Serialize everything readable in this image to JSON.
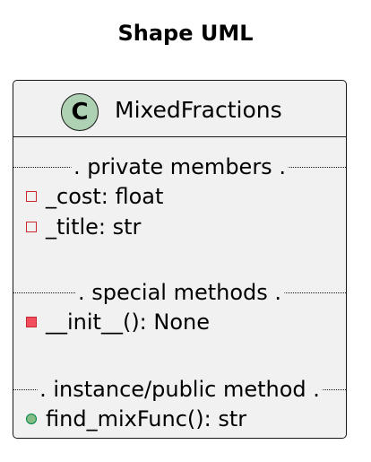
{
  "diagram": {
    "title": "Shape UML",
    "class": {
      "stereotype_icon_letter": "C",
      "name": "MixedFractions",
      "sections": [
        {
          "label": ". private members .",
          "members": [
            {
              "visibility": "private-field",
              "text": "_cost: float"
            },
            {
              "visibility": "private-field",
              "text": "_title: str"
            }
          ]
        },
        {
          "label": ". special methods .",
          "members": [
            {
              "visibility": "private-method",
              "text": "__init__(): None"
            }
          ]
        },
        {
          "label": ". instance/public method .",
          "members": [
            {
              "visibility": "public-method",
              "text": "find_mixFunc(): str"
            }
          ]
        }
      ]
    },
    "colors": {
      "class_background": "#f1f1f1",
      "border": "#181818",
      "class_icon_fill": "#add1b2",
      "private_marker": "#c82930",
      "private_method_fill": "#f24d5c",
      "public_marker": "#038048",
      "public_method_fill": "#84be84"
    }
  }
}
